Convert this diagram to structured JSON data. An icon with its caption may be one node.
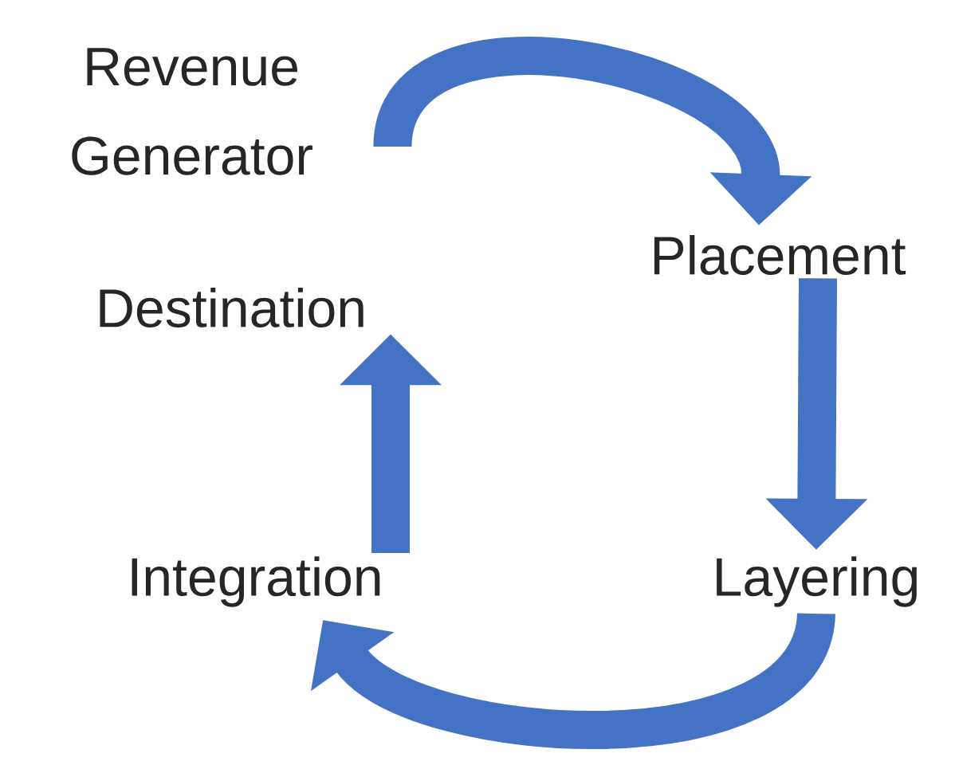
{
  "diagram": {
    "nodes": [
      {
        "text": [
          "Revenue Generator"
        ]
      },
      {
        "text": [
          "Placement"
        ]
      },
      {
        "text": [
          "Layering"
        ]
      },
      {
        "text": [
          "Integration"
        ]
      },
      {
        "text": [
          "Destination"
        ]
      }
    ],
    "edges": [
      {
        "from": 0,
        "to": 1,
        "arrow": "to"
      },
      {
        "from": 1,
        "to": 2,
        "arrow": "to"
      },
      {
        "from": 2,
        "to": 3,
        "arrow": "to"
      },
      {
        "from": 3,
        "to": 4,
        "arrow": "to"
      }
    ]
  }
}
